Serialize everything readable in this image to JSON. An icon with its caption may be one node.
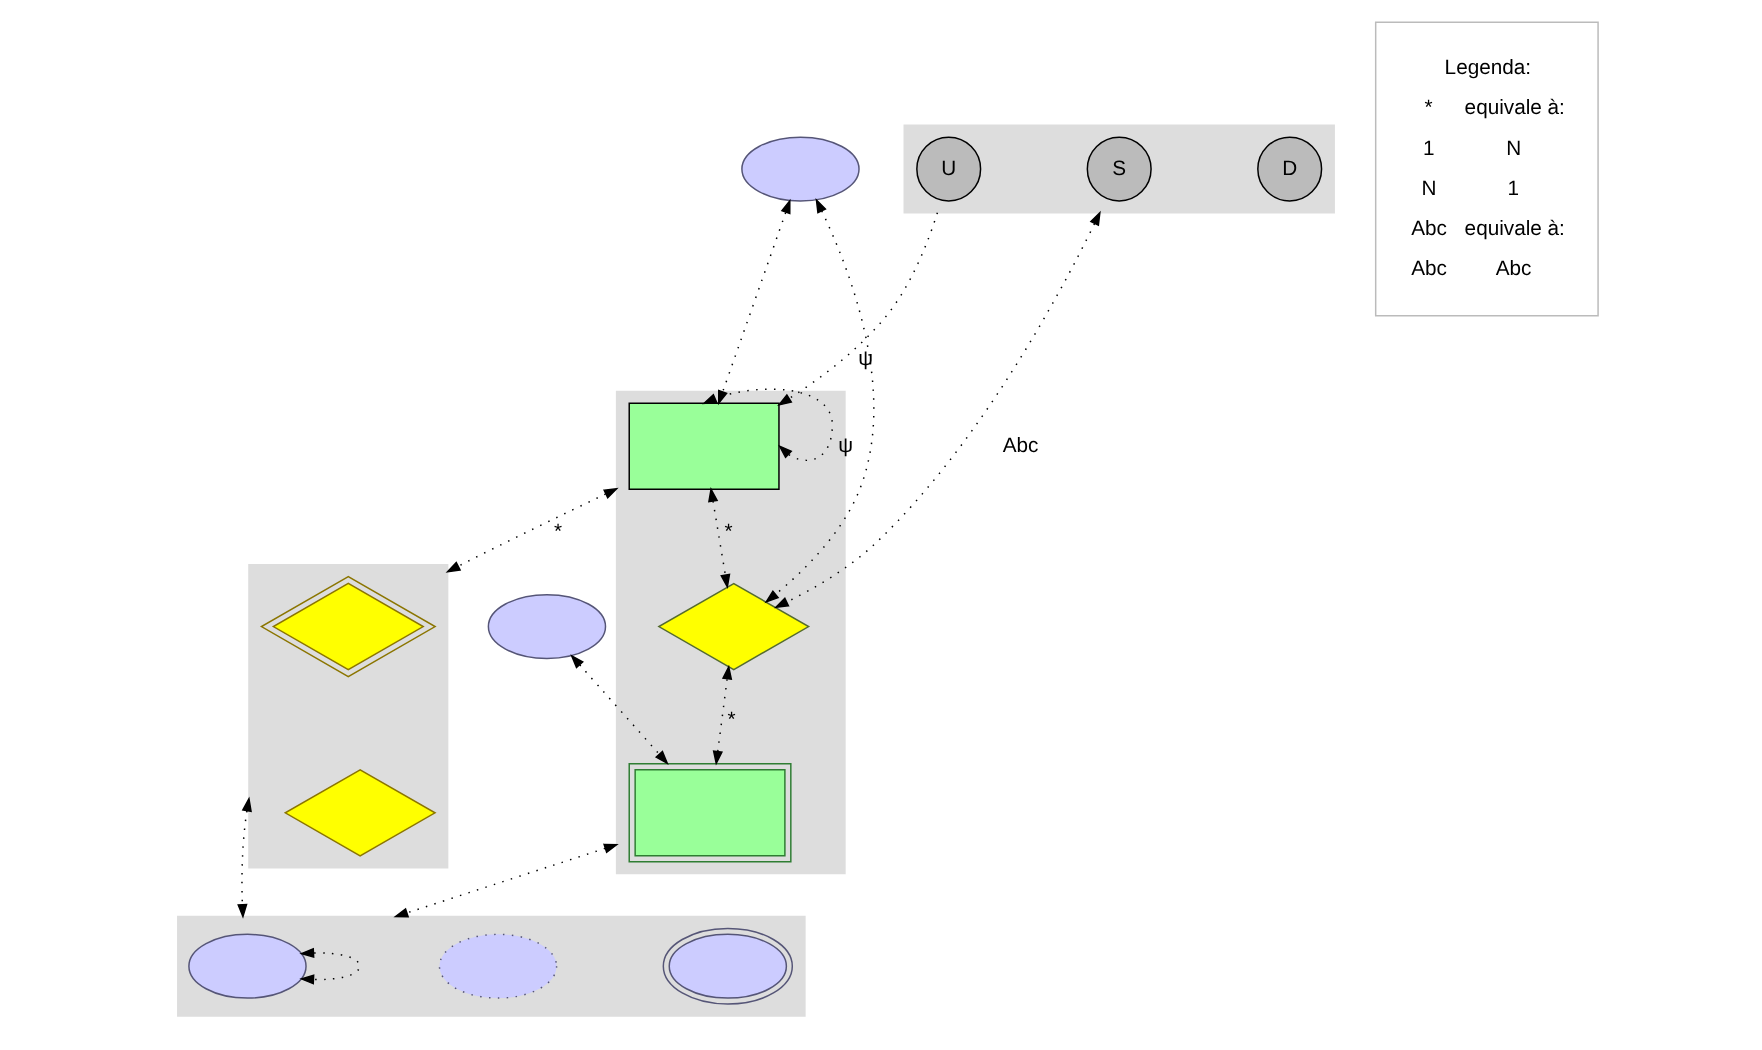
{
  "diagram": {
    "nodes": [
      {
        "text": [],
        "shape": "box"
      },
      {
        "text": [],
        "shape": "box",
        "in": 0
      },
      {
        "text": [],
        "shape": "diamond",
        "in": 0
      },
      {
        "text": [],
        "shape": "box",
        "in": 0
      },
      {
        "text": [],
        "shape": "ellipse"
      },
      {
        "text": [],
        "shape": "ellipse"
      },
      {
        "text": [],
        "shape": "box"
      },
      {
        "text": [
          "U"
        ],
        "in": 6
      },
      {
        "text": [
          "S"
        ],
        "in": 6
      },
      {
        "text": [
          "D"
        ],
        "in": 6
      },
      {
        "text": [],
        "shape": "box"
      },
      {
        "text": [],
        "shape": "diamond",
        "in": 10
      },
      {
        "text": [],
        "shape": "diamond",
        "in": 10
      },
      {
        "text": [],
        "shape": "box"
      },
      {
        "text": [],
        "shape": "ellipse",
        "in": 13
      },
      {
        "text": [],
        "shape": "ellipse",
        "in": 13
      },
      {
        "text": [],
        "shape": "ellipse",
        "in": 13
      },
      {
        "text": [
          "Legenda:",
          "*",
          "equivale à:",
          "1",
          "N",
          "N",
          "1",
          "Abc",
          "equivale à:",
          "Abc",
          "Abc"
        ]
      }
    ],
    "edges": [
      {
        "from": 1,
        "to": 1,
        "arrow": "both",
        "label": "ψ"
      },
      {
        "from": 6,
        "to": 1,
        "arrow": "to",
        "label": "ψ"
      },
      {
        "from": 4,
        "to": 1,
        "arrow": "both"
      },
      {
        "from": 4,
        "to": 2,
        "arrow": "both"
      },
      {
        "from": 1,
        "to": 2,
        "arrow": "both",
        "label": "*"
      },
      {
        "from": 2,
        "to": 3,
        "arrow": "both",
        "label": "*"
      },
      {
        "from": 5,
        "to": 3,
        "arrow": "both"
      },
      {
        "from": 6,
        "to": 2,
        "arrow": "both",
        "label": "Abc"
      },
      {
        "from": 0,
        "to": 10,
        "arrow": "both",
        "label": "*"
      },
      {
        "from": 0,
        "to": 13,
        "arrow": "both"
      },
      {
        "from": 10,
        "to": 13,
        "arrow": "both"
      },
      {
        "from": 14,
        "to": 14,
        "arrow": "both"
      }
    ]
  }
}
